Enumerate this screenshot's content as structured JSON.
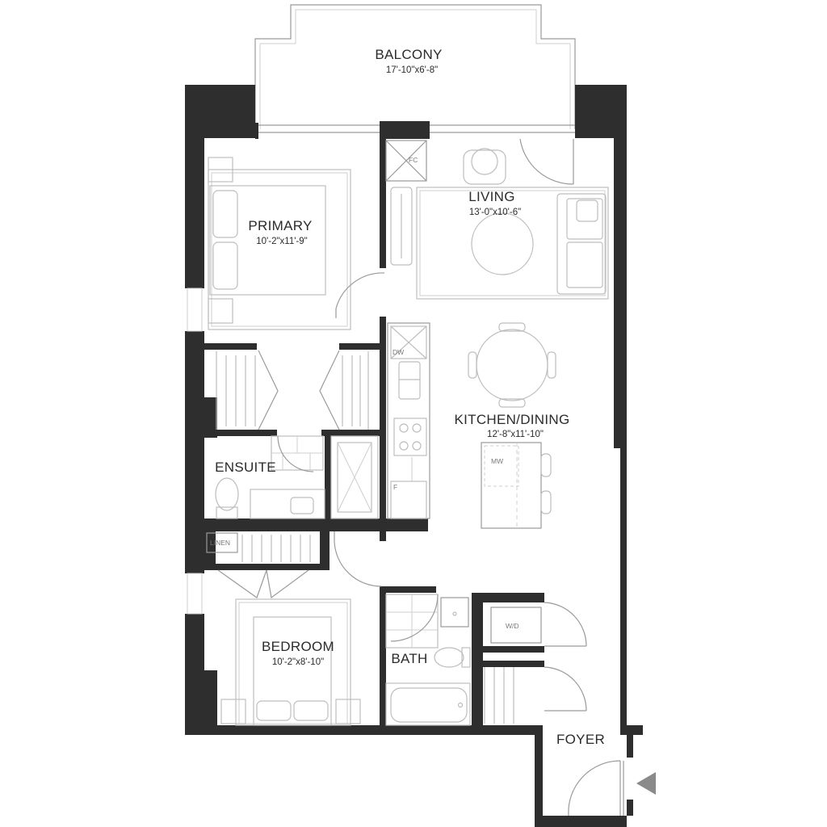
{
  "rooms": {
    "balcony": {
      "name": "BALCONY",
      "dims": "17'-10\"x6'-8\""
    },
    "living": {
      "name": "LIVING",
      "dims": "13'-0\"x10'-6\""
    },
    "primary": {
      "name": "PRIMARY",
      "dims": "10'-2\"x11'-9\""
    },
    "kitchen": {
      "name": "KITCHEN/DINING",
      "dims": "12'-8\"x11'-10\""
    },
    "ensuite": {
      "name": "ENSUITE"
    },
    "bedroom": {
      "name": "BEDROOM",
      "dims": "10'-2\"x8'-10\""
    },
    "bath": {
      "name": "BATH"
    },
    "foyer": {
      "name": "FOYER"
    }
  },
  "fixtures": {
    "fc": "FC",
    "dw": "DW",
    "mw": "MW",
    "fridge": "F",
    "wd": "W/D",
    "linen": "LINEN"
  },
  "icons": {
    "entry": "entry-arrow-icon"
  },
  "colors": {
    "wall": "#2e2e2e",
    "line": "#bdbdbd",
    "text": "#2b2b2b"
  }
}
